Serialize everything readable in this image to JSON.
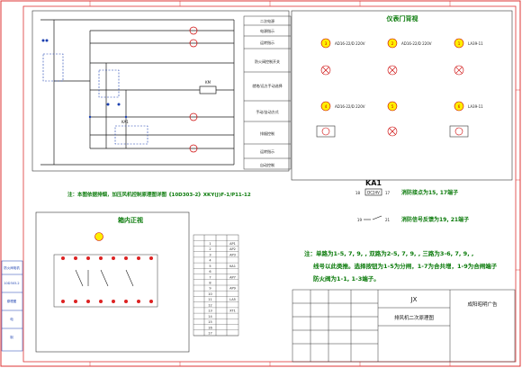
{
  "colors": {
    "frame": "#d33",
    "wire": "#1a1a1a",
    "green": "#0a7a0a",
    "blue": "#1a3fb0",
    "red": "#cc1111",
    "lamp": "#e8c400",
    "yellowFill": "#ffee00"
  },
  "legend": {
    "rows": [
      "二次电源",
      "电源指示",
      "运转指示",
      "防火阀控制开关",
      "就地/远方手动选择",
      "手动/自动方式",
      "排烟控制",
      "运转指示",
      "自动控制"
    ]
  },
  "instrumentPanel": {
    "title": "仪表门背视",
    "items": [
      {
        "num": "3",
        "code": "AD16-22/D  220V"
      },
      {
        "num": "2",
        "code": "AD16-22/D  220V"
      },
      {
        "num": "1",
        "code": "LA39-11"
      },
      {
        "num": "4",
        "code": "AD16-22/D  220V"
      },
      {
        "num": "5",
        "code": ""
      },
      {
        "num": "6",
        "code": "LA39-11"
      }
    ]
  },
  "note1": "注：本图依据排烟，加压风机控制原理图详图《10D303-2》XKY(J)F-1/P11-12",
  "cabinetTitle": "箱内正视",
  "relayRight": {
    "ka1": "KA1",
    "coilLabel": "DC24V",
    "pinLeft": "18",
    "pinRight": "17",
    "desc1": "消防接点为15, 17端子",
    "pinA": "19",
    "pinB": "21",
    "desc2": "消防信号反馈为19, 21端子"
  },
  "noteBlock": {
    "line1": "注：单路为1-5, 7, 9, , 双路为2-5, 7, 9, , 三路为3-6, 7, 9, ,",
    "line2": "线号以此类推。选择按钮为1-5为分闸，1-7为合共增，1-9为合闸端子",
    "line3": "防火阀为1-1, 1-3端子。"
  },
  "titleBlock": {
    "jx": "JX",
    "drawing": "排风机二次原理图",
    "company": "成阳昭明广告"
  },
  "sideLabels": [
    "防火阀电机",
    "10D303-2",
    "原理图",
    "电",
    "制"
  ],
  "terminalTable": {
    "rows": [
      [
        "",
        "",
        "",
        ""
      ],
      [
        "",
        "1",
        "",
        "AP1"
      ],
      [
        "",
        "2",
        "",
        "AP2"
      ],
      [
        "",
        "3",
        "",
        "AP3"
      ],
      [
        "",
        "4",
        "",
        ""
      ],
      [
        "",
        "5",
        "",
        "KA1"
      ],
      [
        "",
        "6",
        "",
        ""
      ],
      [
        "",
        "7",
        "",
        "AP7"
      ],
      [
        "",
        "8",
        "",
        ""
      ],
      [
        "",
        "9",
        "",
        "AP9"
      ],
      [
        "",
        "10",
        "",
        ""
      ],
      [
        "",
        "11",
        "",
        "LA5"
      ],
      [
        "",
        "12",
        "",
        ""
      ],
      [
        "",
        "13",
        "",
        "XT1"
      ],
      [
        "",
        "14",
        "",
        ""
      ],
      [
        "",
        "15",
        "",
        ""
      ],
      [
        "",
        "16",
        "",
        ""
      ],
      [
        "",
        "17",
        "",
        ""
      ]
    ]
  },
  "circuit": {
    "km": "KM",
    "ka1": "KA1"
  }
}
